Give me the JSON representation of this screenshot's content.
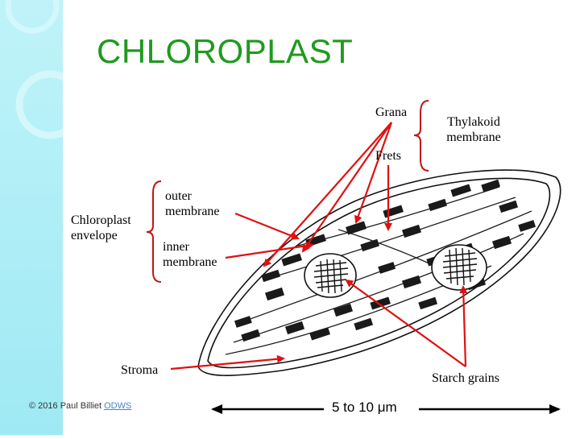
{
  "slide": {
    "title": "CHLOROPLAST",
    "labels": {
      "grana": "Grana",
      "frets": "Frets",
      "thylakoid_line1": "Thylakoid",
      "thylakoid_line2": "membrane",
      "envelope_line1": "Chloroplast",
      "envelope_line2": "envelope",
      "outer_line1": "outer",
      "outer_line2": "membrane",
      "inner_line1": "inner",
      "inner_line2": "membrane",
      "stroma": "Stroma",
      "starch": "Starch grains"
    },
    "scale_label": "5 to 10 μm",
    "footer": {
      "copyright": "© 2016 Paul Billiet ",
      "link": "ODWS"
    },
    "colors": {
      "title": "#1f9a1f",
      "arrow": "#e01010",
      "sidebar": "#aeeef7"
    }
  }
}
